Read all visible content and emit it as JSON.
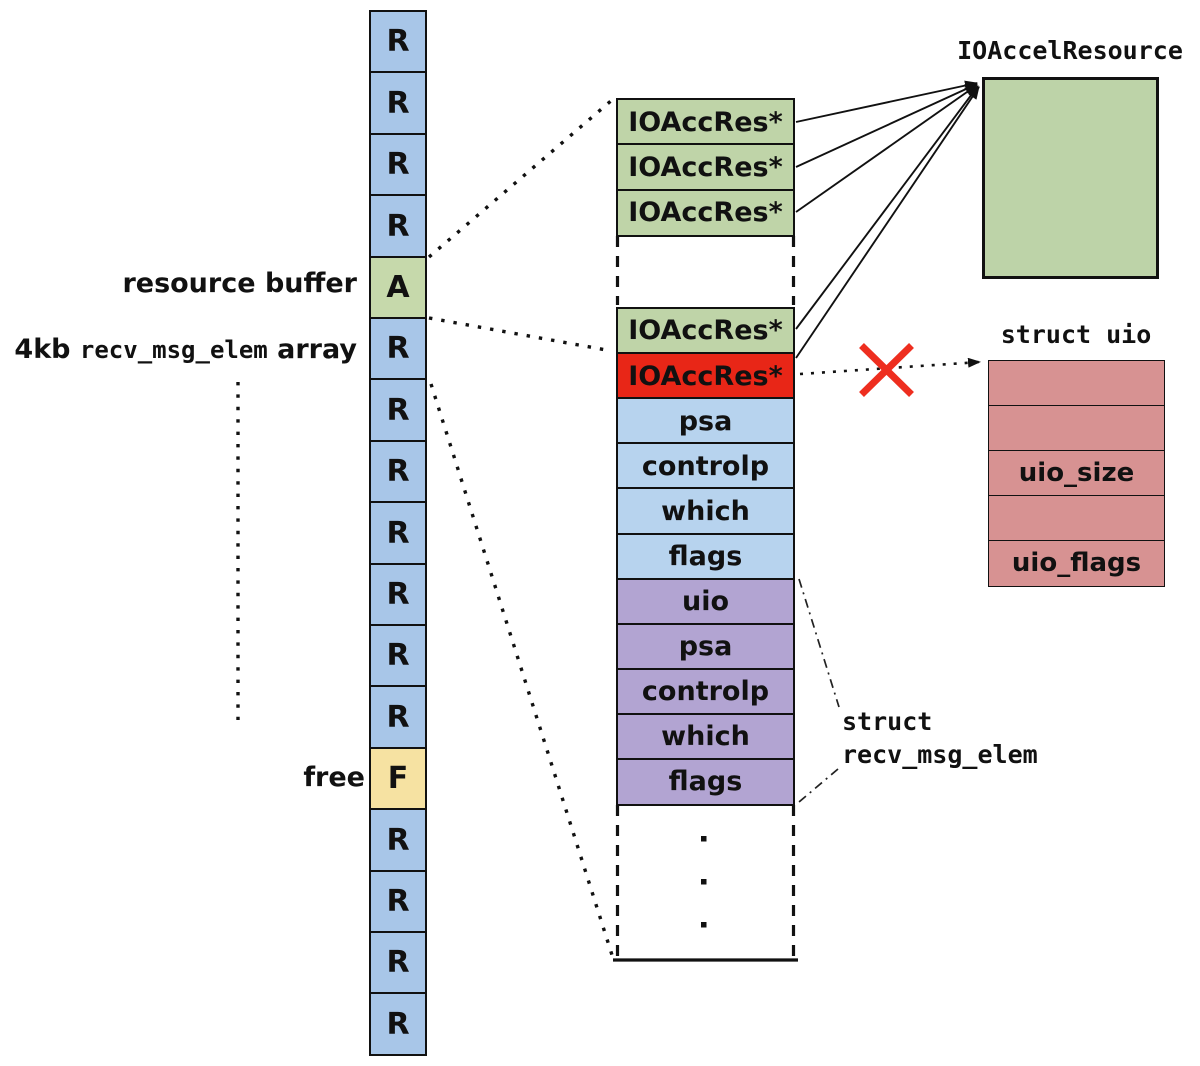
{
  "colors": {
    "resource_cell": "#a8c6e8",
    "allocated_cell": "#c6d9ab",
    "free_cell": "#f6e2a2",
    "pointer_green": "#bfd4a8",
    "pointer_red": "#e82617",
    "field_blue": "#b7d3ee",
    "field_purple": "#b2a4d2",
    "uio_pink": "#d79292",
    "ioaccel_green": "#bdd3a8",
    "cross_red": "#ee2e1f"
  },
  "left_labels": {
    "resource_buffer": "resource buffer",
    "array_prefix": "4kb ",
    "array_mono": "recv_msg_elem",
    "array_suffix": " array",
    "free": "free"
  },
  "buffer": {
    "cells": [
      {
        "label": "R",
        "type": "resource"
      },
      {
        "label": "R",
        "type": "resource"
      },
      {
        "label": "R",
        "type": "resource"
      },
      {
        "label": "R",
        "type": "resource"
      },
      {
        "label": "A",
        "type": "allocated"
      },
      {
        "label": "R",
        "type": "resource"
      },
      {
        "label": "R",
        "type": "resource"
      },
      {
        "label": "R",
        "type": "resource"
      },
      {
        "label": "R",
        "type": "resource"
      },
      {
        "label": "R",
        "type": "resource"
      },
      {
        "label": "R",
        "type": "resource"
      },
      {
        "label": "R",
        "type": "resource"
      },
      {
        "label": "F",
        "type": "free"
      },
      {
        "label": "R",
        "type": "resource"
      },
      {
        "label": "R",
        "type": "resource"
      },
      {
        "label": "R",
        "type": "resource"
      },
      {
        "label": "R",
        "type": "resource"
      }
    ]
  },
  "expanded": {
    "top_rows": [
      {
        "label": "IOAccRes*",
        "type": "pointer"
      },
      {
        "label": "IOAccRes*",
        "type": "pointer"
      },
      {
        "label": "IOAccRes*",
        "type": "pointer"
      }
    ],
    "main_rows": [
      {
        "label": "IOAccRes*",
        "type": "pointer"
      },
      {
        "label": "IOAccRes*",
        "type": "dangling"
      },
      {
        "label": "psa",
        "type": "blue"
      },
      {
        "label": "controlp",
        "type": "blue"
      },
      {
        "label": "which",
        "type": "blue"
      },
      {
        "label": "flags",
        "type": "blue"
      },
      {
        "label": "uio",
        "type": "purple"
      },
      {
        "label": "psa",
        "type": "purple"
      },
      {
        "label": "controlp",
        "type": "purple"
      },
      {
        "label": "which",
        "type": "purple"
      },
      {
        "label": "flags",
        "type": "purple"
      }
    ]
  },
  "ioaccel": {
    "label": "IOAccelResource"
  },
  "struct_uio": {
    "label": "struct uio",
    "rows": [
      "",
      "",
      "uio_size",
      "",
      "uio_flags"
    ]
  },
  "struct_recv": {
    "line1": "struct",
    "line2": "recv_msg_elem"
  }
}
